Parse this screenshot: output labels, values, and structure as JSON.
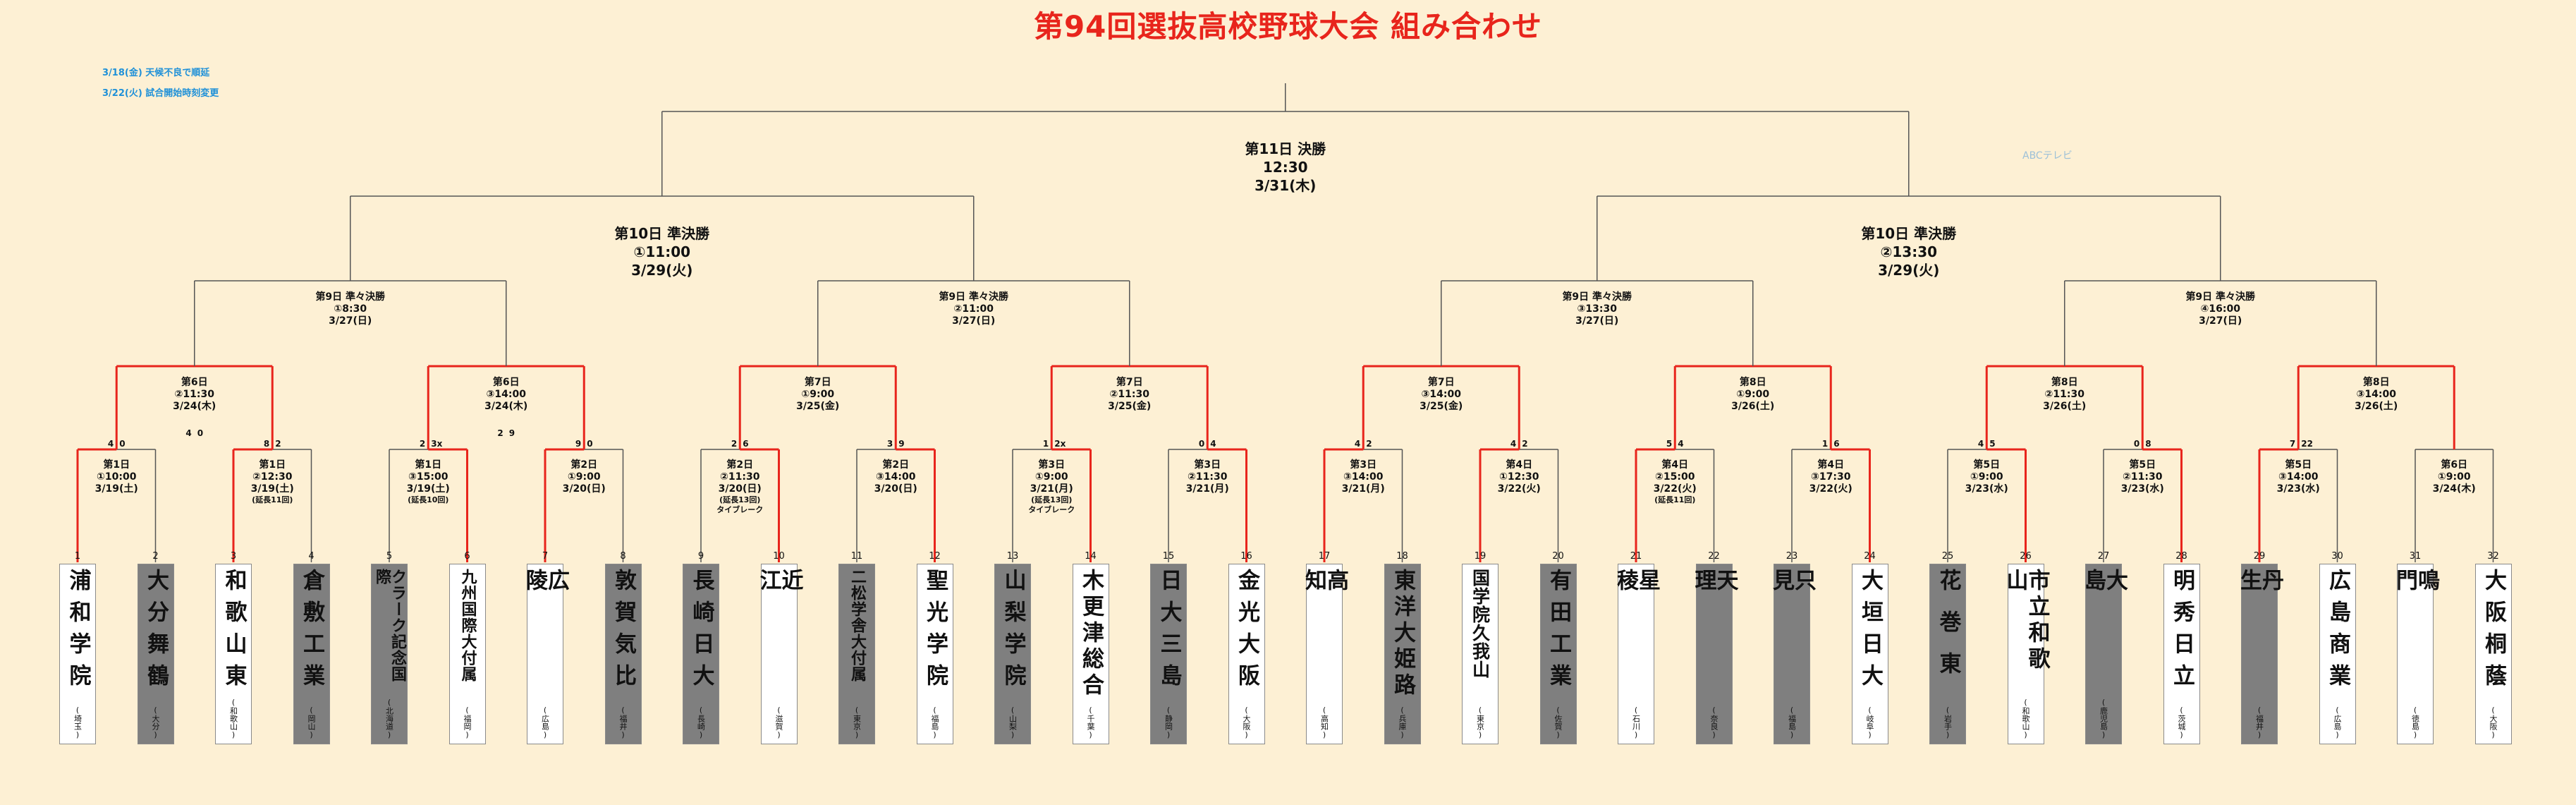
{
  "title": "第94回選抜高校野球大会 組み合わせ",
  "notes": [
    "3/18(金) 天候不良で順延",
    "3/22(火) 試合開始時刻変更"
  ],
  "watermark": "ABCテレビ",
  "colors": {
    "title": "#e8251c",
    "winner_line": "#e8251c",
    "bracket_line": "#555555",
    "note": "#1e90d8"
  },
  "final": {
    "lines": [
      "第11日  決勝",
      "12:30",
      "3/31(木)"
    ]
  },
  "semifinals": [
    {
      "lines": [
        "第10日  準決勝",
        "①11:00",
        "3/29(火)"
      ]
    },
    {
      "lines": [
        "第10日  準決勝",
        "②13:30",
        "3/29(火)"
      ]
    }
  ],
  "quarterfinals": [
    {
      "lines": [
        "第9日  準々決勝",
        "①8:30",
        "3/27(日)"
      ]
    },
    {
      "lines": [
        "第9日  準々決勝",
        "②11:00",
        "3/27(日)"
      ]
    },
    {
      "lines": [
        "第9日  準々決勝",
        "③13:30",
        "3/27(日)"
      ]
    },
    {
      "lines": [
        "第9日  準々決勝",
        "④16:00",
        "3/27(日)"
      ]
    }
  ],
  "round2": [
    {
      "lines": [
        "第6日",
        "②11:30",
        "3/24(木)"
      ],
      "score_left": "4",
      "score_right": "0"
    },
    {
      "lines": [
        "第6日",
        "③14:00",
        "3/24(木)"
      ],
      "score_left": "2",
      "score_right": "9"
    },
    {
      "lines": [
        "第7日",
        "①9:00",
        "3/25(金)"
      ],
      "score_left": "",
      "score_right": ""
    },
    {
      "lines": [
        "第7日",
        "②11:30",
        "3/25(金)"
      ],
      "score_left": "",
      "score_right": ""
    },
    {
      "lines": [
        "第7日",
        "③14:00",
        "3/25(金)"
      ],
      "score_left": "",
      "score_right": ""
    },
    {
      "lines": [
        "第8日",
        "①9:00",
        "3/26(土)"
      ],
      "score_left": "",
      "score_right": ""
    },
    {
      "lines": [
        "第8日",
        "②11:30",
        "3/26(土)"
      ],
      "score_left": "",
      "score_right": ""
    },
    {
      "lines": [
        "第8日",
        "③14:00",
        "3/26(土)"
      ],
      "score_left": "",
      "score_right": ""
    }
  ],
  "round1": [
    {
      "lines": [
        "第1日",
        "①10:00",
        "3/19(土)"
      ],
      "extra": [],
      "score_left": "4",
      "score_right": "0",
      "winner": "left"
    },
    {
      "lines": [
        "第1日",
        "②12:30",
        "3/19(土)"
      ],
      "extra": [
        "(延長11回)"
      ],
      "score_left": "8",
      "score_right": "2",
      "winner": "left"
    },
    {
      "lines": [
        "第1日",
        "③15:00",
        "3/19(土)"
      ],
      "extra": [
        "(延長10回)"
      ],
      "score_left": "2",
      "score_right": "3x",
      "winner": "right"
    },
    {
      "lines": [
        "第2日",
        "①9:00",
        "3/20(日)"
      ],
      "extra": [],
      "score_left": "9",
      "score_right": "0",
      "winner": "left"
    },
    {
      "lines": [
        "第2日",
        "②11:30",
        "3/20(日)"
      ],
      "extra": [
        "(延長13回)",
        "タイブレーク"
      ],
      "score_left": "2",
      "score_right": "6",
      "winner": "right"
    },
    {
      "lines": [
        "第2日",
        "③14:00",
        "3/20(日)"
      ],
      "extra": [],
      "score_left": "3",
      "score_right": "9",
      "winner": "right"
    },
    {
      "lines": [
        "第3日",
        "①9:00",
        "3/21(月)"
      ],
      "extra": [
        "(延長13回)",
        "タイブレーク"
      ],
      "score_left": "1",
      "score_right": "2x",
      "winner": "right"
    },
    {
      "lines": [
        "第3日",
        "②11:30",
        "3/21(月)"
      ],
      "extra": [],
      "score_left": "0",
      "score_right": "4",
      "winner": "right"
    },
    {
      "lines": [
        "第3日",
        "③14:00",
        "3/21(月)"
      ],
      "extra": [],
      "score_left": "4",
      "score_right": "2",
      "winner": "left"
    },
    {
      "lines": [
        "第4日",
        "①12:30",
        "3/22(火)"
      ],
      "extra": [],
      "score_left": "4",
      "score_right": "2",
      "winner": "left"
    },
    {
      "lines": [
        "第4日",
        "②15:00",
        "3/22(火)"
      ],
      "extra": [
        "(延長11回)"
      ],
      "score_left": "5",
      "score_right": "4",
      "winner": "left"
    },
    {
      "lines": [
        "第4日",
        "③17:30",
        "3/22(火)"
      ],
      "extra": [],
      "score_left": "1",
      "score_right": "6",
      "winner": "right"
    },
    {
      "lines": [
        "第5日",
        "①9:00",
        "3/23(水)"
      ],
      "extra": [],
      "score_left": "4",
      "score_right": "5",
      "winner": "right"
    },
    {
      "lines": [
        "第5日",
        "②11:30",
        "3/23(水)"
      ],
      "extra": [],
      "score_left": "0",
      "score_right": "8",
      "winner": "right"
    },
    {
      "lines": [
        "第5日",
        "③14:00",
        "3/23(水)"
      ],
      "extra": [],
      "score_left": "7",
      "score_right": "22",
      "winner": "left"
    },
    {
      "lines": [
        "第6日",
        "①9:00",
        "3/24(木)"
      ],
      "extra": [],
      "score_left": "",
      "score_right": "",
      "winner": ""
    }
  ],
  "teams": [
    {
      "no": "1",
      "name": "浦和学院",
      "pref": "埼玉",
      "status": "win"
    },
    {
      "no": "2",
      "name": "大分舞鶴",
      "pref": "大分",
      "status": "lose"
    },
    {
      "no": "3",
      "name": "和歌山東",
      "pref": "和歌山",
      "status": "win"
    },
    {
      "no": "4",
      "name": "倉敷工業",
      "pref": "岡山",
      "status": "lose"
    },
    {
      "no": "5",
      "name": "クラーク記念国際",
      "pref": "北海道",
      "status": "lose"
    },
    {
      "no": "6",
      "name": "九州国際大付属",
      "pref": "福岡",
      "status": "win"
    },
    {
      "no": "7",
      "name": "広陵",
      "pref": "広島",
      "status": "win"
    },
    {
      "no": "8",
      "name": "敦賀気比",
      "pref": "福井",
      "status": "lose"
    },
    {
      "no": "9",
      "name": "長崎日大",
      "pref": "長崎",
      "status": "lose"
    },
    {
      "no": "10",
      "name": "近江",
      "pref": "滋賀",
      "status": "win"
    },
    {
      "no": "11",
      "name": "二松学舎大付属",
      "pref": "東京",
      "status": "lose"
    },
    {
      "no": "12",
      "name": "聖光学院",
      "pref": "福島",
      "status": "win"
    },
    {
      "no": "13",
      "name": "山梨学院",
      "pref": "山梨",
      "status": "lose"
    },
    {
      "no": "14",
      "name": "木更津総合",
      "pref": "千葉",
      "status": "win"
    },
    {
      "no": "15",
      "name": "日大三島",
      "pref": "静岡",
      "status": "lose"
    },
    {
      "no": "16",
      "name": "金光大阪",
      "pref": "大阪",
      "status": "win"
    },
    {
      "no": "17",
      "name": "高知",
      "pref": "高知",
      "status": "win"
    },
    {
      "no": "18",
      "name": "東洋大姫路",
      "pref": "兵庫",
      "status": "lose"
    },
    {
      "no": "19",
      "name": "国学院久我山",
      "pref": "東京",
      "status": "win"
    },
    {
      "no": "20",
      "name": "有田工業",
      "pref": "佐賀",
      "status": "lose"
    },
    {
      "no": "21",
      "name": "星稜",
      "pref": "石川",
      "status": "win"
    },
    {
      "no": "22",
      "name": "天理",
      "pref": "奈良",
      "status": "lose"
    },
    {
      "no": "23",
      "name": "只見",
      "pref": "福島",
      "status": "lose"
    },
    {
      "no": "24",
      "name": "大垣日大",
      "pref": "岐阜",
      "status": "win"
    },
    {
      "no": "25",
      "name": "花巻東",
      "pref": "岩手",
      "status": "lose"
    },
    {
      "no": "26",
      "name": "市立和歌山",
      "pref": "和歌山",
      "status": "win"
    },
    {
      "no": "27",
      "name": "大島",
      "pref": "鹿児島",
      "status": "lose"
    },
    {
      "no": "28",
      "name": "明秀日立",
      "pref": "茨城",
      "status": "win"
    },
    {
      "no": "29",
      "name": "丹生",
      "pref": "福井",
      "status": "lose"
    },
    {
      "no": "30",
      "name": "広島商業",
      "pref": "広島",
      "status": "win"
    },
    {
      "no": "31",
      "name": "鳴門",
      "pref": "徳島",
      "status": "win"
    },
    {
      "no": "32",
      "name": "大阪桐蔭",
      "pref": "大阪",
      "status": "win"
    }
  ]
}
